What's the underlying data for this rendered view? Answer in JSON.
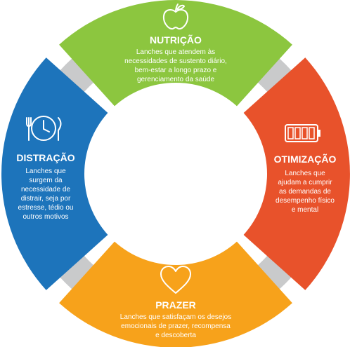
{
  "colors": {
    "ring": "#c9cacb",
    "nutricao": "#8cc63f",
    "otimizacao": "#e8522b",
    "prazer": "#f7a21b",
    "distracao": "#1d74bb",
    "text": "#ffffff"
  },
  "segments": {
    "nutricao": {
      "icon": "apple-icon",
      "title": "NUTRIÇÃO",
      "lines": [
        "Lanches que atendem às",
        "necessidades de sustento diário,",
        "bem-estar a longo prazo e",
        "gerenciamento da saúde"
      ]
    },
    "otimizacao": {
      "icon": "battery-icon",
      "title": "OTIMIZAÇÃO",
      "lines": [
        "Lanches que",
        "ajudam a cumprir",
        "as demandas de",
        "desempenho físico",
        "e mental"
      ]
    },
    "prazer": {
      "icon": "heart-icon",
      "title": "PRAZER",
      "lines": [
        "Lanches que satisfaçam os desejos",
        "emocionais de prazer, recompensa",
        "e descoberta"
      ]
    },
    "distracao": {
      "icon": "clock-utensils-icon",
      "title": "DISTRAÇÃO",
      "lines": [
        "Lanches que",
        "surgem da",
        "necessidade de",
        "distrair, seja por",
        "estresse, tédio ou",
        "outros motivos"
      ]
    }
  }
}
